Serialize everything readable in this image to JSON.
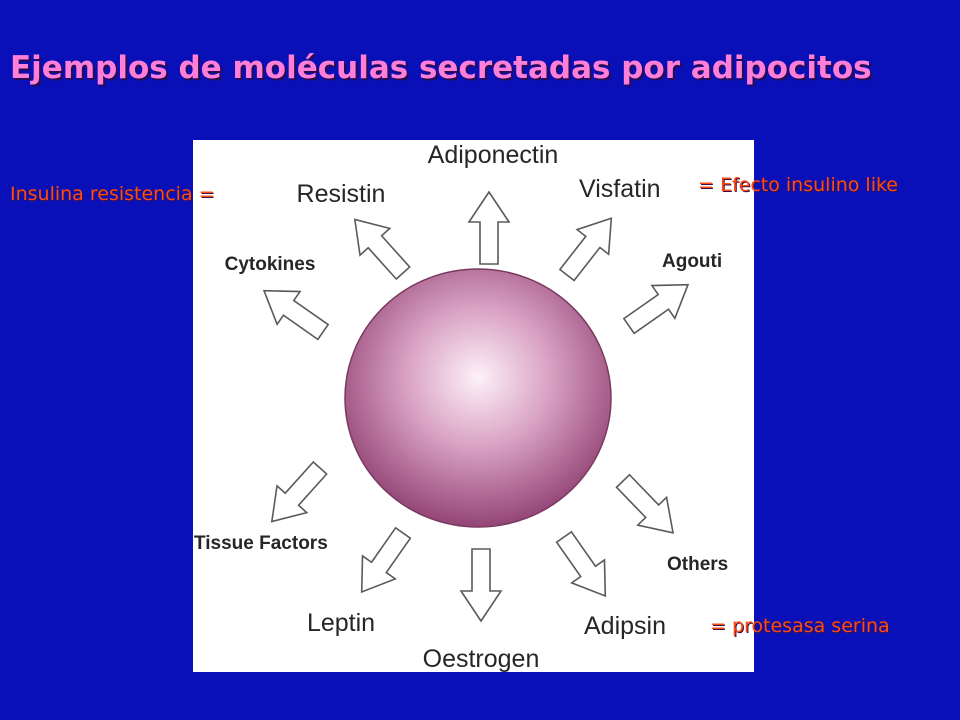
{
  "title": "Ejemplos de moléculas secretadas por adipocitos",
  "annotations": {
    "insulin_resistance": "Insulina resistencia =",
    "insulin_like": "= Efecto insulino like",
    "serine_protease": "= protesasa serina"
  },
  "molecules": {
    "adiponectin": "Adiponectin",
    "resistin": "Resistin",
    "visfatin": "Visfatin",
    "cytokines": "Cytokines",
    "agouti": "Agouti",
    "tissue_factors": "Tissue Factors",
    "others": "Others",
    "leptin": "Leptin",
    "oestrogen": "Oestrogen",
    "adipsin": "Adipsin"
  },
  "colors": {
    "background": "#0a10b8",
    "title": "#ff7fd8",
    "annotation": "#ff4a10",
    "cell_light": "#fbeaf4",
    "cell_mid": "#c07aa3",
    "cell_dark": "#8f3f70"
  }
}
